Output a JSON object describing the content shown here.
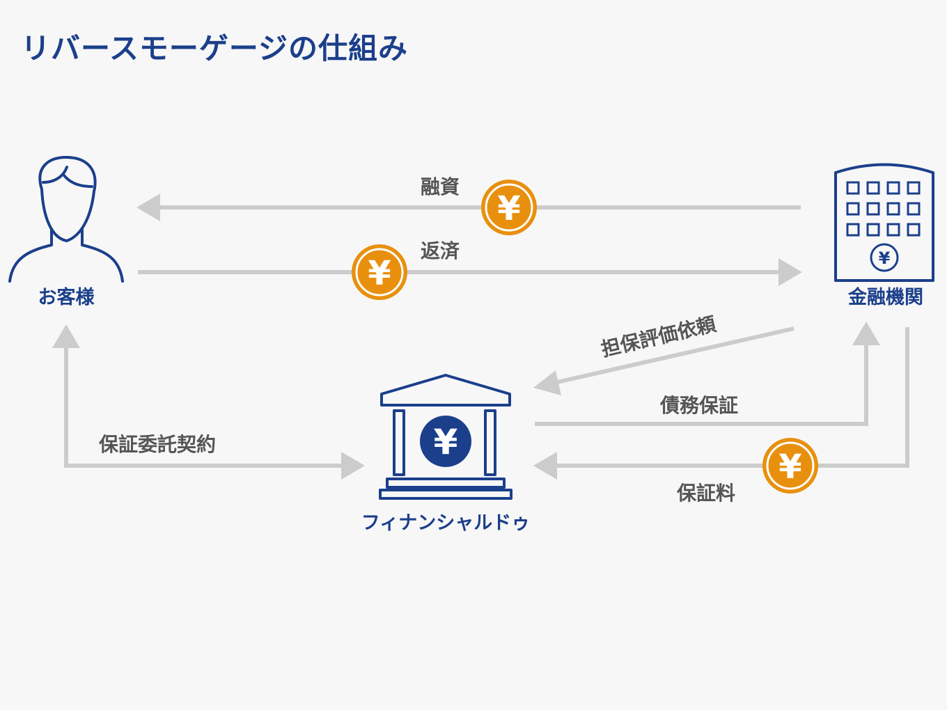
{
  "title": "リバースモーゲージの仕組み",
  "nodes": {
    "customer": "お客様",
    "bank": "金融機関",
    "company": "フィナンシャルドゥ"
  },
  "flows": {
    "loan": "融資",
    "repayment": "返済",
    "appraisal_request": "担保評価依頼",
    "debt_guarantee": "債務保証",
    "guarantee_contract": "保証委託契約",
    "guarantee_fee": "保証料"
  },
  "symbols": {
    "yen": "¥"
  },
  "colors": {
    "primary": "#1b3f8b",
    "coin": "#e8900e",
    "arrow": "#cccccc",
    "label": "#555555"
  }
}
